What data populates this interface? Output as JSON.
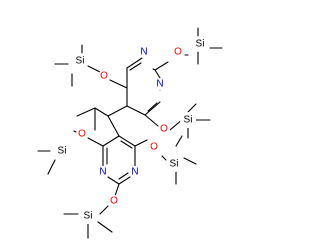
{
  "colors": {
    "background": "#ffffff",
    "bond": "#000000",
    "O": "#ff0000",
    "N": "#0000ff",
    "Si": "#000000"
  },
  "atoms": {
    "o_upper_right": "O",
    "si_upper_right": "Si",
    "n_upper_right": "N",
    "n_upper_left": "N",
    "o_upper_left": "O",
    "si_upper_left": "Si",
    "o_upper_mid": "O",
    "si_upper_mid": "Si",
    "o_lower_left": "O",
    "si_lower_left": "Si",
    "o_lower_right": "O",
    "si_lower_right": "Si",
    "n_lower_left": "N",
    "n_lower_right": "N",
    "o_bottom": "O",
    "si_bottom": "Si"
  }
}
